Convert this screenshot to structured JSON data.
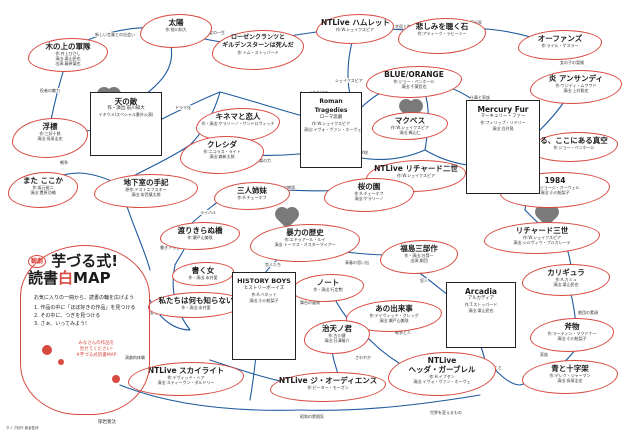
{
  "legend": {
    "badge": "観劇",
    "title_a": "芋づる式!",
    "title_b": "読書",
    "title_mark": "白",
    "title_c": "MAP",
    "notes": [
      "お気に入りの一冊から、読書の輪を広げよう",
      "1. 作品の中に「ほぼ好きの作品」を見つける",
      "2. その中に、つぎを見つける",
      "3. さぁ、いってみよう!"
    ],
    "sub": "みなさんの作品を\n見せてください!\n#芋づる式読書MAP",
    "credit": "郁岩寛汰",
    "corner": "タイプ制作 著者監修"
  },
  "edge_labels": [
    {
      "id": "e1",
      "text": "新しい言葉との出会い"
    },
    {
      "id": "e2",
      "text": "役者の魅力"
    },
    {
      "id": "e3",
      "text": "魔女の一生"
    },
    {
      "id": "e4",
      "text": "二人の関係"
    },
    {
      "id": "e5",
      "text": "芝居と時代"
    },
    {
      "id": "e6",
      "text": "シェイクスピア"
    },
    {
      "id": "e7",
      "text": "演出家"
    },
    {
      "id": "e8",
      "text": "シェイクスピア"
    },
    {
      "id": "e9",
      "text": "仕事と家族"
    },
    {
      "id": "e10",
      "text": "女の子の冒険"
    },
    {
      "id": "e11",
      "text": "ドラマ化"
    },
    {
      "id": "e12",
      "text": "戦争"
    },
    {
      "id": "e13",
      "text": "音楽の力"
    },
    {
      "id": "e14",
      "text": "学校"
    },
    {
      "id": "e15",
      "text": "俳優"
    },
    {
      "id": "e16",
      "text": "家族の物語"
    },
    {
      "id": "e17",
      "text": "恋のゆくえ"
    },
    {
      "id": "e18",
      "text": "ライバル"
    },
    {
      "id": "e19",
      "text": "書き下ろし"
    },
    {
      "id": "e20",
      "text": "未来"
    },
    {
      "id": "e21",
      "text": "恋人たち"
    },
    {
      "id": "e22",
      "text": "青春の思い出"
    },
    {
      "id": "e23",
      "text": "犯人"
    },
    {
      "id": "e24",
      "text": "家族の物語"
    },
    {
      "id": "e25",
      "text": "変化の時代"
    },
    {
      "id": "e26",
      "text": "舞台の裏側"
    },
    {
      "id": "e27",
      "text": "友と別れ"
    },
    {
      "id": "e28",
      "text": "劇団の素顔"
    },
    {
      "id": "e29",
      "text": "戦争と人"
    },
    {
      "id": "e30",
      "text": "さわやか"
    },
    {
      "id": "e31",
      "text": "英国の言葉"
    },
    {
      "id": "e32",
      "text": "芸術"
    },
    {
      "id": "e33",
      "text": "家族"
    },
    {
      "id": "e34",
      "text": "演劇的体験"
    },
    {
      "id": "e35",
      "text": "愛するということ"
    },
    {
      "id": "e36",
      "text": "昭和の雰囲気"
    },
    {
      "id": "e37",
      "text": "世界を変えるもの"
    }
  ],
  "leaves": [
    {
      "id": "n1",
      "title": "木の上の軍隊",
      "sub": "作:井上ひさし\n演出:栗山民也\n出演:藤原竜也"
    },
    {
      "id": "n2",
      "title": "太陽",
      "sub": "作:前川知大"
    },
    {
      "id": "n3",
      "title": "ローゼンクランツと\nギルデンスターンは死んだ",
      "sub": "作:トム・ストッパード"
    },
    {
      "id": "n4",
      "title": "NTLive ハムレット",
      "sub": "作:W.シェイクスピア"
    },
    {
      "id": "n5",
      "title": "悲しみを聴く石",
      "sub": "作:アティーク・ラヒーミー"
    },
    {
      "id": "n6",
      "title": "オーファンズ",
      "sub": "作:ライル・ケスラー"
    },
    {
      "id": "n7",
      "title": "浮標",
      "sub": "作:三好十郎\n演出:長塚圭史"
    },
    {
      "id": "n8",
      "title": "キネマと恋人",
      "sub": "作・演出:ケラリーノ・サンドロヴィッチ"
    },
    {
      "id": "n9",
      "title": "BLUE/ORANGE",
      "sub": "作:ジョー・ペンホール\n演出:千葉哲也"
    },
    {
      "id": "n10",
      "title": "炎 アンサンディ",
      "sub": "作:ワジディ・ムワワド\n演出:上村聡史"
    },
    {
      "id": "n11",
      "title": "マクベス",
      "sub": "作:W.シェイクスピア\n演出:鵜山仁"
    },
    {
      "id": "n12",
      "title": "また ここか",
      "sub": "作:坂元裕二\n演出:豊原功補"
    },
    {
      "id": "n13",
      "title": "クレシダ",
      "sub": "作:ニコラス・ライト\n演出:森新太郎"
    },
    {
      "id": "n14",
      "title": "NTLive リチャード二世",
      "sub": "作:W.シェイクスピア"
    },
    {
      "id": "n15",
      "title": "る、ここにある真空",
      "sub": "作:ジョー・ペンホール"
    },
    {
      "id": "n16",
      "title": "地下室の手記",
      "sub": "原作:ドストエフスキー\n演出:安西慎太郎"
    },
    {
      "id": "n17",
      "title": "三人姉妹",
      "sub": "作:A.チェーホフ"
    },
    {
      "id": "n18",
      "title": "桜の園",
      "sub": "作:A.チェーホフ\n演出:ケラリーノ"
    },
    {
      "id": "n19",
      "title": "1984",
      "sub": "原作:ジョージ・オーウェル\n演出:小川絵梨子"
    },
    {
      "id": "n20",
      "title": "渡りきらぬ橋",
      "sub": "作:瀬戸山美咲"
    },
    {
      "id": "n21",
      "title": "暴力の歴史",
      "sub": "作:エドゥアール・ルイ\n演出:トーマス・オスターマイアー"
    },
    {
      "id": "n22",
      "title": "リチャード三世",
      "sub": "作:W.シェイクスピア\n演出:シルヴィウ・プルカレーテ"
    },
    {
      "id": "n23",
      "title": "書く女",
      "sub": "作・演出:永井愛"
    },
    {
      "id": "n24",
      "title": "福島三部作",
      "sub": "作・演出:谷賢一\n出演:劇団"
    },
    {
      "id": "n25",
      "title": "カリギュラ",
      "sub": "作:A.カミュ\n演出:栗山民也"
    },
    {
      "id": "n26",
      "title": "ノート",
      "sub": "作・演出:行定勲"
    },
    {
      "id": "n27",
      "title": "私たちは何も知らない",
      "sub": "作・演出:永井愛"
    },
    {
      "id": "n28",
      "title": "あの出来事",
      "sub": "作:デイヴィッド・グレッグ\n演出:瀬戸山美咲"
    },
    {
      "id": "n29",
      "title": "斧物",
      "sub": "作:マーティン・マクドナー\n演出:小川絵梨子"
    },
    {
      "id": "n30",
      "title": "治天ノ君",
      "sub": "作:古川健\n演出:日澤雄介"
    },
    {
      "id": "n31",
      "title": "NTLive スカイライト",
      "sub": "作:デヴィッド・ヘア\n演出:スティーヴン・ダルドリー"
    },
    {
      "id": "n32",
      "title": "NTLive ジ・オーディエンス",
      "sub": "作:ピーター・モーガン"
    },
    {
      "id": "n33",
      "title": "NTLive\nヘッダ・ガーブレル",
      "sub": "作:H.イプセン\n演出:イヴォ・ヴァン・ホーヴェ"
    },
    {
      "id": "n34",
      "title": "青と十字架",
      "sub": "作:デレク・ジャーマン\n演出:長塚圭史"
    }
  ],
  "boxes": [
    {
      "id": "b1",
      "title": "天の敵",
      "sub": "作・演出:前川知大",
      "note": "イキウメ(スペシャル番外公演)"
    },
    {
      "id": "b2",
      "title": "Roman Tragedies",
      "sub": "ローマ悲劇",
      "note": "作:W.シェイクスピア\n演出:イヴォ・ヴァン・ホーヴェ"
    },
    {
      "id": "b3",
      "title": "Mercury Fur",
      "sub": "マーキュリー・ファー",
      "note": "作:フィリップ・リドリー\n演出:白井晃"
    },
    {
      "id": "b4",
      "title": "HISTORY BOYS",
      "sub": "ヒストリーボーイズ",
      "note": "作:A.ベネット\n演出:小川絵梨子"
    },
    {
      "id": "b5",
      "title": "Arcadia",
      "sub": "アルカディア",
      "note": "作:T.ストッパード\n演出:栗山民也"
    }
  ]
}
